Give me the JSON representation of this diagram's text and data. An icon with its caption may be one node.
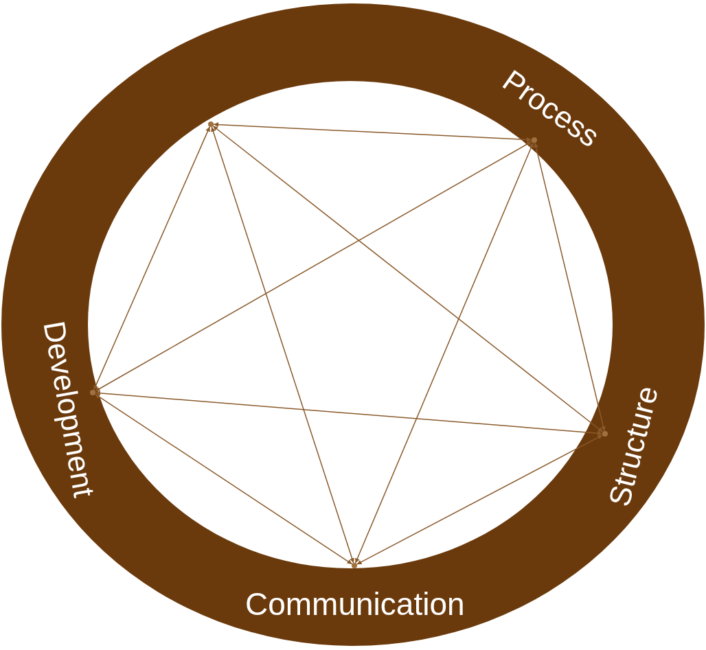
{
  "diagram": {
    "nodes": [
      {
        "text": [
          "Process",
          "Structure",
          "Communication",
          "Development"
        ]
      },
      {
        "text": [],
        "shape": "circle",
        "in": 0
      },
      {
        "text": [],
        "shape": "circle",
        "in": 0
      },
      {
        "text": [],
        "shape": "circle",
        "in": 0
      },
      {
        "text": [],
        "shape": "circle",
        "in": 0
      },
      {
        "text": [],
        "shape": "circle",
        "in": 0
      }
    ],
    "edges": [
      {
        "from": 1,
        "to": 2,
        "arrow": "both"
      },
      {
        "from": 1,
        "to": 3,
        "arrow": "both"
      },
      {
        "from": 1,
        "to": 4,
        "arrow": "both"
      },
      {
        "from": 1,
        "to": 5,
        "arrow": "both"
      },
      {
        "from": 2,
        "to": 3,
        "arrow": "both"
      },
      {
        "from": 2,
        "to": 4,
        "arrow": "both"
      },
      {
        "from": 2,
        "to": 5,
        "arrow": "both"
      },
      {
        "from": 3,
        "to": 4,
        "arrow": "both"
      },
      {
        "from": 3,
        "to": 5,
        "arrow": "both"
      },
      {
        "from": 4,
        "to": 5,
        "arrow": "both"
      }
    ]
  }
}
